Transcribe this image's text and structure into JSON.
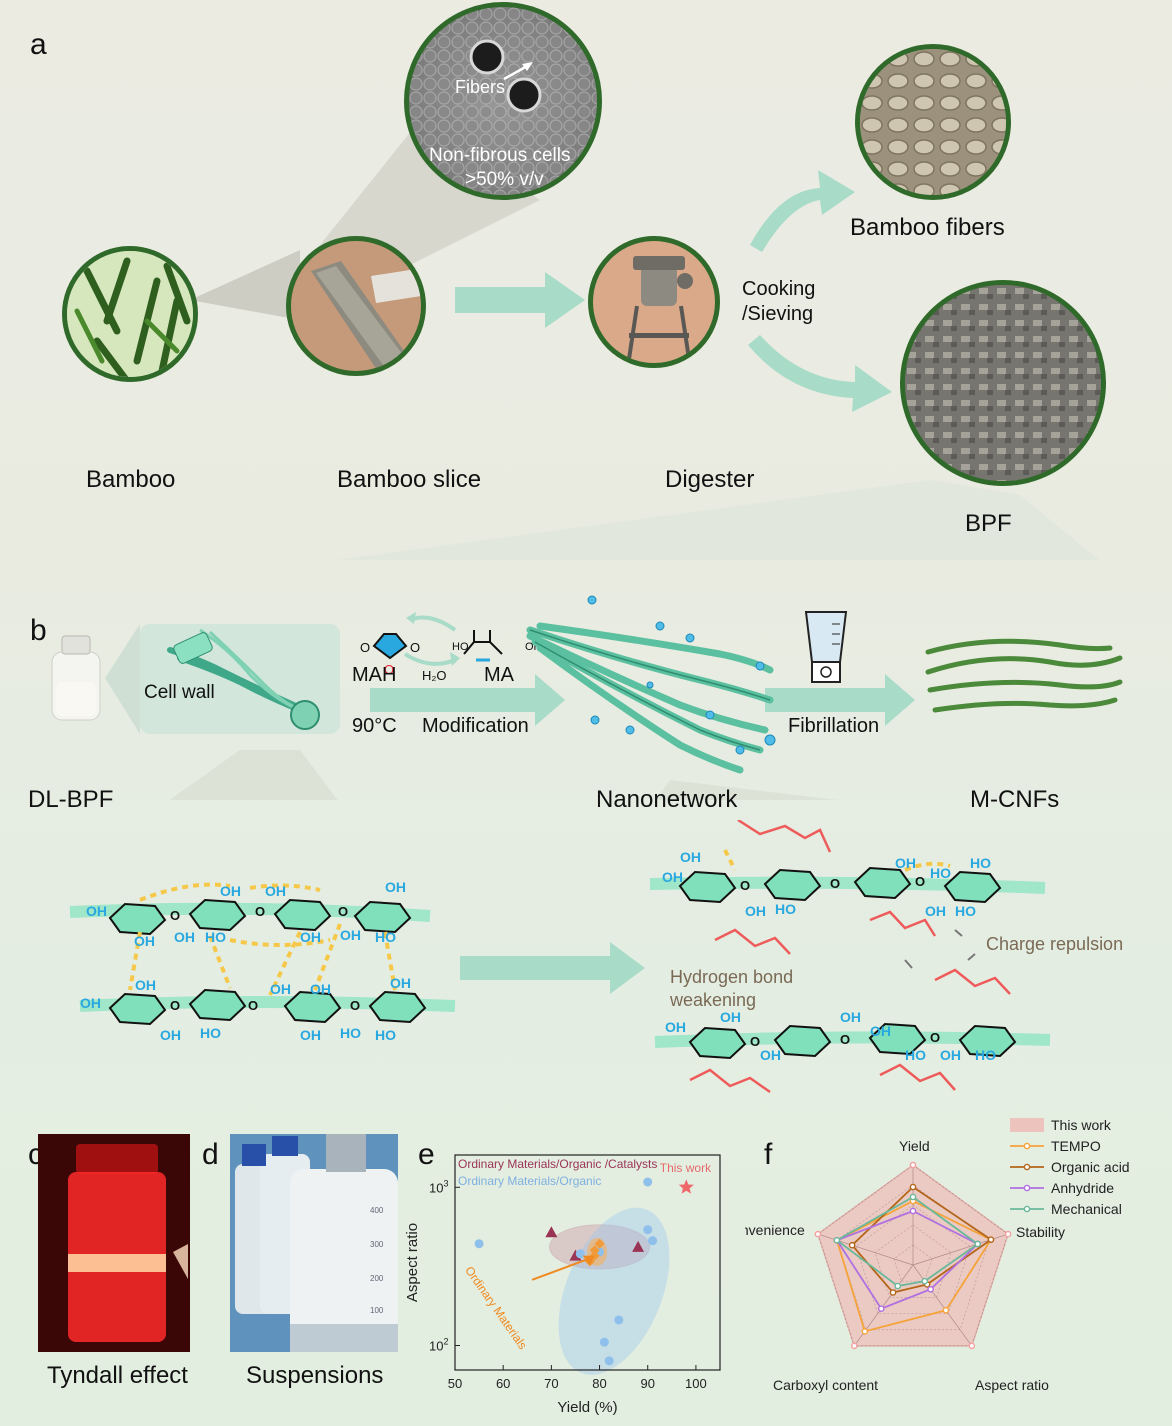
{
  "panels": {
    "a": "a",
    "b": "b",
    "c": "c",
    "d": "d",
    "e": "e",
    "f": "f"
  },
  "a": {
    "inset_fibers": "Fibers",
    "inset_nonfibrous_line1": "Non-fibrous cells",
    "inset_nonfibrous_line2": ">50% v/v",
    "bamboo": "Bamboo",
    "bamboo_slice": "Bamboo slice",
    "digester": "Digester",
    "cooking_line1": "Cooking",
    "cooking_line2": "/Sieving",
    "bamboo_fibers": "Bamboo fibers",
    "bpf": "BPF"
  },
  "b": {
    "cell_wall": "Cell wall",
    "mah": "MAH",
    "ma": "MA",
    "h2o": "H₂O",
    "temp": "90°C",
    "modification": "Modification",
    "fibrillation": "Fibrillation",
    "dl_bpf": "DL-BPF",
    "nanonetwork": "Nanonetwork",
    "m_cnfs": "M-CNFs",
    "hb_weak_1": "Hydrogen bond",
    "hb_weak_2": "weakening",
    "charge_rep": "Charge repulsion",
    "oh": "OH",
    "ho": "HO",
    "o": "O"
  },
  "c": {
    "caption": "Tyndall effect"
  },
  "d": {
    "caption": "Suspensions",
    "marks": [
      "400",
      "300",
      "200",
      "100"
    ]
  },
  "e": {
    "legend_catalysts": "Ordinary Materials/Organic /Catalysts",
    "legend_organic": "Ordinary Materials/Organic",
    "this_work": "This work",
    "ordinary_materials": "Ordinary Materials",
    "xlabel": "Yield (%)",
    "ylabel": "Aspect ratio"
  },
  "f": {
    "legend": [
      "This work",
      "TEMPO",
      "Organic acid",
      "Anhydride",
      "Mechanical"
    ],
    "axes": [
      "Yield",
      "Stability",
      "Aspect ratio",
      "Carboxyl content",
      "Convenience"
    ]
  },
  "colors": {
    "frame": "#2f6a2a",
    "arrow": "#a8dcc8",
    "cyan": "#29a8e0",
    "red": "#ee5b5b",
    "tempo": "#f5a33a",
    "organic_acid": "#b4661a",
    "anhydride": "#b070e0",
    "mechanical": "#6ab89a",
    "this_work": "#f4a0a0"
  },
  "chart_data": [
    {
      "type": "scatter",
      "xlabel": "Yield (%)",
      "ylabel": "Aspect ratio",
      "xlim": [
        50,
        105
      ],
      "ylim": [
        70,
        1600
      ],
      "yscale": "log",
      "xticks": [
        50,
        60,
        70,
        80,
        90,
        100
      ],
      "yticks": [
        "10^2",
        "10^3"
      ],
      "series": [
        {
          "name": "Ordinary Materials/Organic /Catalysts",
          "marker": "triangle",
          "color": "#9a3454",
          "points": [
            [
              70,
              520
            ],
            [
              75,
              370
            ],
            [
              88,
              420
            ]
          ]
        },
        {
          "name": "Ordinary Materials/Organic",
          "marker": "circle",
          "color": "#8fbfeb",
          "points": [
            [
              55,
              440
            ],
            [
              76,
              380
            ],
            [
              80,
              390
            ],
            [
              81,
              105
            ],
            [
              82,
              80
            ],
            [
              84,
              145
            ],
            [
              90,
              540
            ],
            [
              91,
              460
            ],
            [
              90,
              1080
            ]
          ]
        },
        {
          "name": "",
          "marker": "diamond",
          "color": "#f19a3a",
          "points": [
            [
              78,
              340
            ],
            [
              79,
              400
            ],
            [
              80,
              440
            ],
            [
              79,
              370
            ]
          ]
        },
        {
          "name": "This work",
          "marker": "star",
          "color": "#ee6a6a",
          "points": [
            [
              98,
              1000
            ]
          ]
        }
      ]
    },
    {
      "type": "radar",
      "axes": [
        "Yield",
        "Stability",
        "Aspect ratio",
        "Carboxyl content",
        "Convenience"
      ],
      "max": 5,
      "series": [
        {
          "name": "This work",
          "values": [
            5,
            5,
            5,
            5,
            5
          ]
        },
        {
          "name": "TEMPO",
          "values": [
            3.2,
            4.1,
            2.8,
            4.1,
            4.0
          ]
        },
        {
          "name": "Organic acid",
          "values": [
            3.9,
            4.1,
            1.2,
            1.7,
            3.2
          ]
        },
        {
          "name": "Anhydride",
          "values": [
            2.7,
            3.4,
            1.5,
            2.7,
            4.0
          ]
        },
        {
          "name": "Mechanical",
          "values": [
            3.4,
            3.4,
            1.0,
            1.3,
            4.0
          ]
        }
      ]
    }
  ]
}
